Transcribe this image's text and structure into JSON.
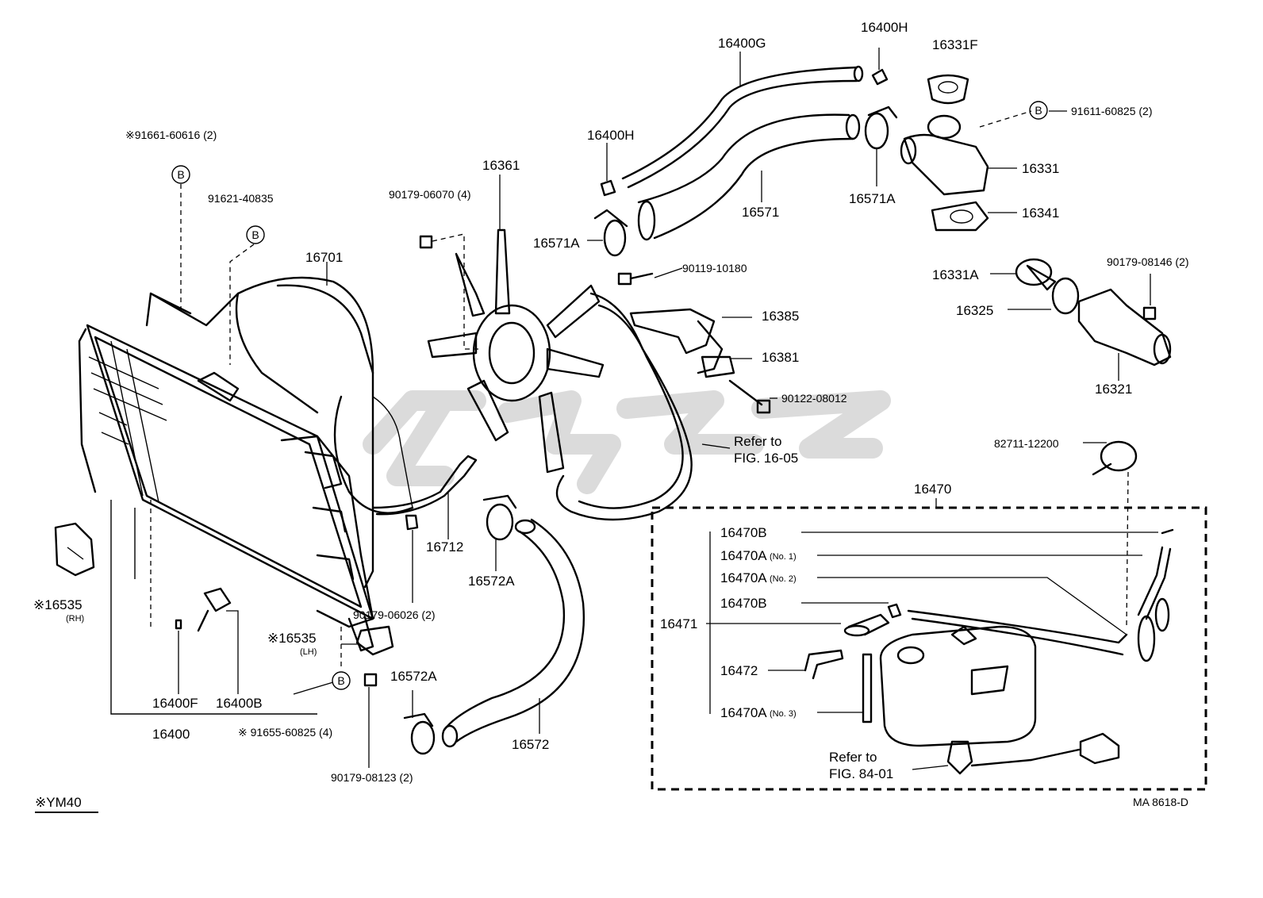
{
  "labels": {
    "p16400G": "16400G",
    "p16400H_top": "16400H",
    "p16331F": "16331F",
    "p91611": "91611-60825 (2)",
    "p16400H_mid": "16400H",
    "p16331": "16331",
    "p16571A_top": "16571A",
    "p16571": "16571",
    "p16341": "16341",
    "p16361": "16361",
    "p90179_06070": "90179-06070 (4)",
    "p16571A_left": "16571A",
    "p90119": "90119-10180",
    "p91661": "※91661-60616 (2)",
    "p91621": "91621-40835",
    "p16701": "16701",
    "p16331A": "16331A",
    "p90179_08146": "90179-08146 (2)",
    "p16325": "16325",
    "p16385": "16385",
    "p16381": "16381",
    "p90122": "90122-08012",
    "p16321": "16321",
    "refer_1605_a": "Refer to",
    "refer_1605_b": "FIG. 16-05",
    "p82711": "82711-12200",
    "p16470": "16470",
    "p16712": "16712",
    "p16572A_top": "16572A",
    "p90179_06026": "90179-06026 (2)",
    "p16535_rh": "※16535",
    "p16535_rh_sub": "(RH)",
    "p16535_lh": "※16535",
    "p16535_lh_sub": "(LH)",
    "p16572A_bot": "16572A",
    "p16572": "16572",
    "p16400F": "16400F",
    "p16400B": "16400B",
    "p16400": "16400",
    "p91655": "※ 91655-60825 (4)",
    "p90179_08123": "90179-08123 (2)",
    "p16470B_1": "16470B",
    "p16470A_1": "16470A",
    "p16470A_1_sub": "(No. 1)",
    "p16470A_2": "16470A",
    "p16470A_2_sub": "(No. 2)",
    "p16470B_2": "16470B",
    "p16471": "16471",
    "p16472": "16472",
    "p16470A_3": "16470A",
    "p16470A_3_sub": "(No. 3)",
    "refer_8401_a": "Refer to",
    "refer_8401_b": "FIG. 84-01",
    "footnote": "※YM40",
    "drawing_id": "MA  8618-D",
    "callout_b": "B"
  }
}
